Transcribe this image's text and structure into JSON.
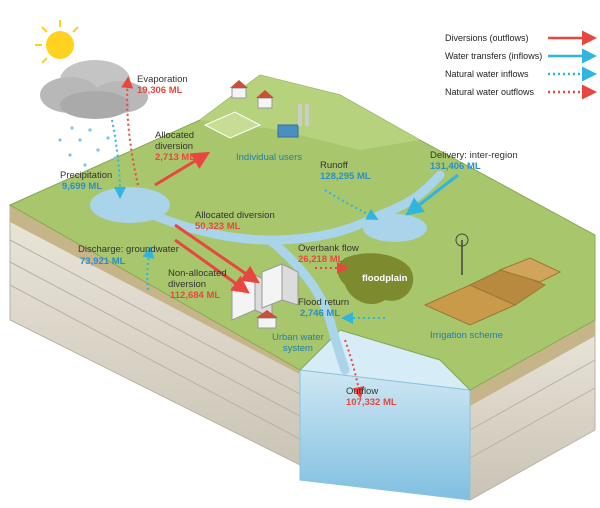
{
  "legend": [
    {
      "label": "Diversions (outflows)",
      "style": "solid",
      "color": "#e8473f"
    },
    {
      "label": "Water transfers (inflows)",
      "style": "solid",
      "color": "#2fb5e0"
    },
    {
      "label": "Natural water inflows",
      "style": "dotted",
      "color": "#2fb5e0"
    },
    {
      "label": "Natural water outflows",
      "style": "dotted",
      "color": "#e8473f"
    }
  ],
  "flows": {
    "evaporation": {
      "label": "Evaporation",
      "value": "19,306 ML"
    },
    "allocated_diversion_users": {
      "label": "Allocated\ndiversion",
      "value": "2,713 ML"
    },
    "precipitation": {
      "label": "Precipitation",
      "value": "9,699 ML"
    },
    "allocated_diversion_urban": {
      "label": "Allocated diversion",
      "value": "50,323 ML"
    },
    "runoff": {
      "label": "Runoff",
      "value": "128,295 ML"
    },
    "delivery": {
      "label": "Delivery: inter-region",
      "value": "131,406 ML"
    },
    "groundwater": {
      "label": "Discharge: groundwater",
      "value": "73,921 ML"
    },
    "overbank": {
      "label": "Overbank flow",
      "value": "26,218 ML"
    },
    "non_allocated": {
      "label": "Non-allocated\ndiversion",
      "value": "112,684 ML"
    },
    "flood_return": {
      "label": "Flood return",
      "value": "2,746 ML"
    },
    "outflow": {
      "label": "Outflow",
      "value": "107,332 ML"
    }
  },
  "places": {
    "individual_users": "Individual users",
    "floodplain": "floodplain",
    "urban": "Urban water\nsystem",
    "irrigation": "Irrigation scheme"
  },
  "colors": {
    "red": "#e8473f",
    "blue": "#2fb5e0",
    "land": "#a8c66c",
    "water": "#a9d4ea",
    "rock": "#d9d4c8"
  }
}
